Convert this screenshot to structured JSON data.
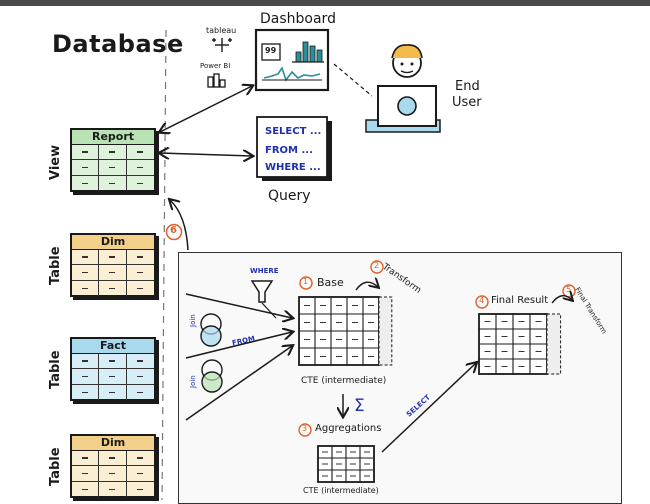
{
  "header": {
    "title": "Database"
  },
  "dashboard": {
    "title": "Dashboard",
    "card_number": "99",
    "tools": [
      "tableau",
      "Power BI"
    ]
  },
  "end_user": {
    "label_line1": "End",
    "label_line2": "User"
  },
  "query": {
    "caption": "Query",
    "lines": [
      "SELECT ...",
      "FROM ...",
      "WHERE ..."
    ]
  },
  "left_tables": [
    {
      "layer": "View",
      "header": "Report",
      "header_color": "#b9e3b5"
    },
    {
      "layer": "Table",
      "header": "Dim",
      "header_color": "#f3d089"
    },
    {
      "layer": "Table",
      "header": "Fact",
      "header_color": "#a9d9ec"
    },
    {
      "layer": "Table",
      "header": "Dim",
      "header_color": "#f3d089"
    }
  ],
  "step6": {
    "number": "6"
  },
  "pipeline": {
    "join_labels": [
      "Join",
      "Join"
    ],
    "where_label": "WHERE",
    "from_label": "FROM",
    "select_label": "SELECT",
    "step1": {
      "number": "1",
      "label": "Base"
    },
    "step2": {
      "number": "2",
      "label": "Transform"
    },
    "step3": {
      "number": "3",
      "label": "Aggregations"
    },
    "step4": {
      "number": "4",
      "label": "Final Result"
    },
    "step5": {
      "number": "5",
      "label": "Final Transform"
    },
    "cte_caption_1": "CTE (intermediate)",
    "cte_caption_2": "CTE (intermediate)",
    "sigma": "Σ"
  },
  "colors": {
    "accent_orange": "#e0602c",
    "ink": "#1a1a1a",
    "query_blue": "#1f2fb3",
    "chart_teal": "#2a8f9a"
  }
}
